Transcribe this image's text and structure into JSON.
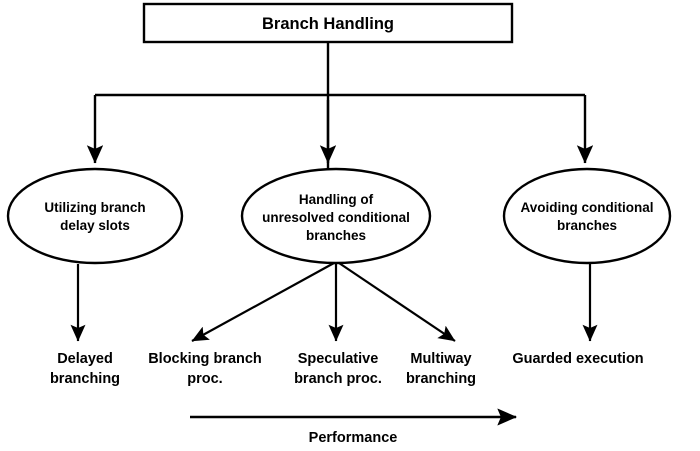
{
  "diagram": {
    "title": "Branch Handling",
    "root": {
      "label": "Branch Handling",
      "shape": "rectangle"
    },
    "categories": [
      {
        "id": "delay-slots",
        "shape": "ellipse",
        "lines": [
          "Utilizing branch",
          "delay slots"
        ],
        "leaves": [
          {
            "id": "delayed-branching",
            "lines": [
              "Delayed",
              "branching"
            ]
          }
        ]
      },
      {
        "id": "unresolved-conditional",
        "shape": "ellipse",
        "lines": [
          "Handling of",
          "unresolved conditional",
          "branches"
        ],
        "leaves": [
          {
            "id": "blocking-branch-proc",
            "lines": [
              "Blocking branch",
              "proc."
            ]
          },
          {
            "id": "speculative-branch-proc",
            "lines": [
              "Speculative",
              "branch proc."
            ]
          },
          {
            "id": "multiway-branching",
            "lines": [
              "Multiway",
              "branching"
            ]
          }
        ]
      },
      {
        "id": "avoiding-conditional",
        "shape": "ellipse",
        "lines": [
          "Avoiding conditional",
          "branches"
        ],
        "leaves": [
          {
            "id": "guarded-execution",
            "lines": [
              "Guarded execution"
            ]
          }
        ]
      }
    ],
    "axis": {
      "label": "Performance",
      "direction": "left-to-right",
      "arrow": "→"
    },
    "colors": {
      "stroke": "#000000",
      "fill": "#ffffff",
      "text": "#000000"
    }
  }
}
